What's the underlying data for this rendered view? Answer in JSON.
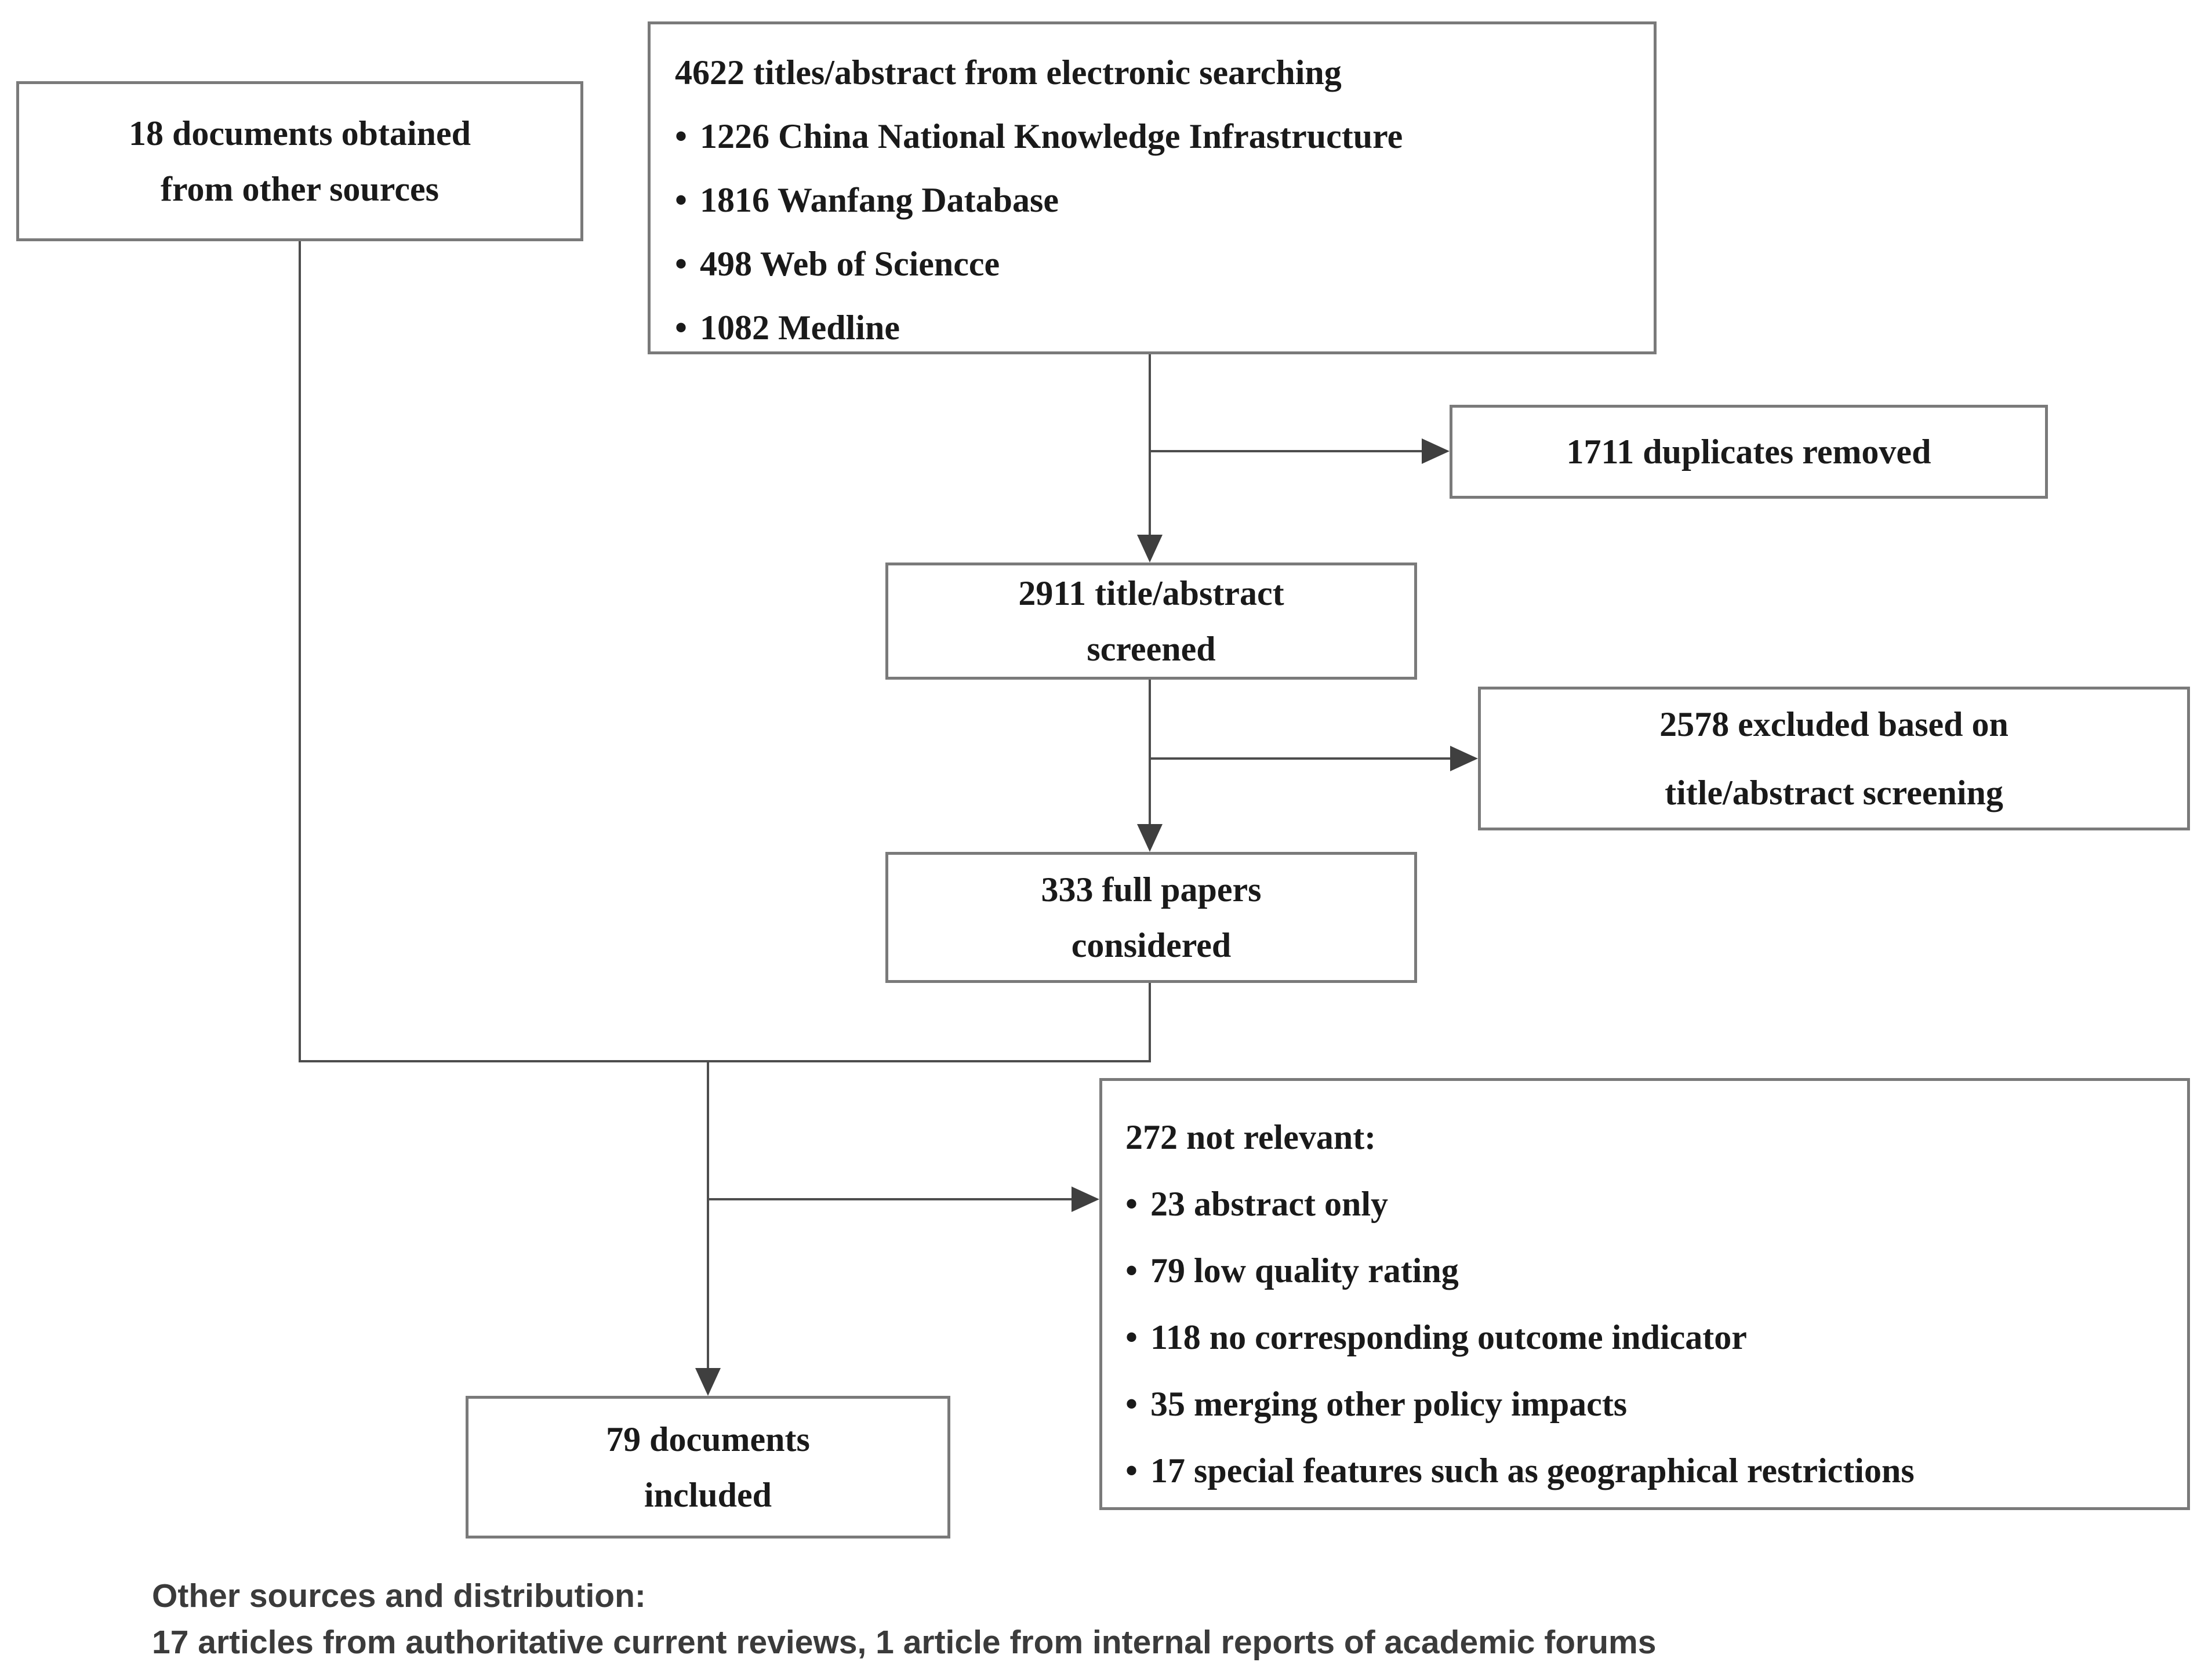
{
  "diagram": {
    "bullet_char": "•",
    "boxes": {
      "other_sources": {
        "lines": [
          "18 documents obtained",
          "from other sources"
        ]
      },
      "electronic_search": {
        "title": "4622 titles/abstract from electronic searching",
        "bullets": [
          "1226 China National Knowledge Infrastructure",
          "1816 Wanfang Database",
          "498 Web of Sciencce",
          "1082 Medline"
        ]
      },
      "duplicates": {
        "lines": [
          "1711 duplicates removed"
        ]
      },
      "screened": {
        "lines": [
          "2911 title/abstract",
          "screened"
        ]
      },
      "excluded": {
        "lines": [
          "2578 excluded based on",
          "title/abstract screening"
        ]
      },
      "full_papers": {
        "lines": [
          "333 full papers",
          "considered"
        ]
      },
      "not_relevant": {
        "title": "272 not relevant:",
        "bullets": [
          "23 abstract only",
          "79 low quality rating",
          "118 no corresponding outcome indicator",
          "35 merging other policy impacts",
          "17 special features such as geographical restrictions"
        ]
      },
      "included": {
        "lines": [
          "79 documents",
          "included"
        ]
      }
    },
    "footnote": {
      "line1": "Other sources and distribution:",
      "line2": "17 articles from authoritative current reviews, 1 article from internal reports of academic forums"
    },
    "colors": {
      "border": "#7a7a7a",
      "connector": "#4d4d4d",
      "box_text": "#1a1a1a",
      "footnote_text": "#3b3b3b",
      "background": "#ffffff"
    }
  }
}
